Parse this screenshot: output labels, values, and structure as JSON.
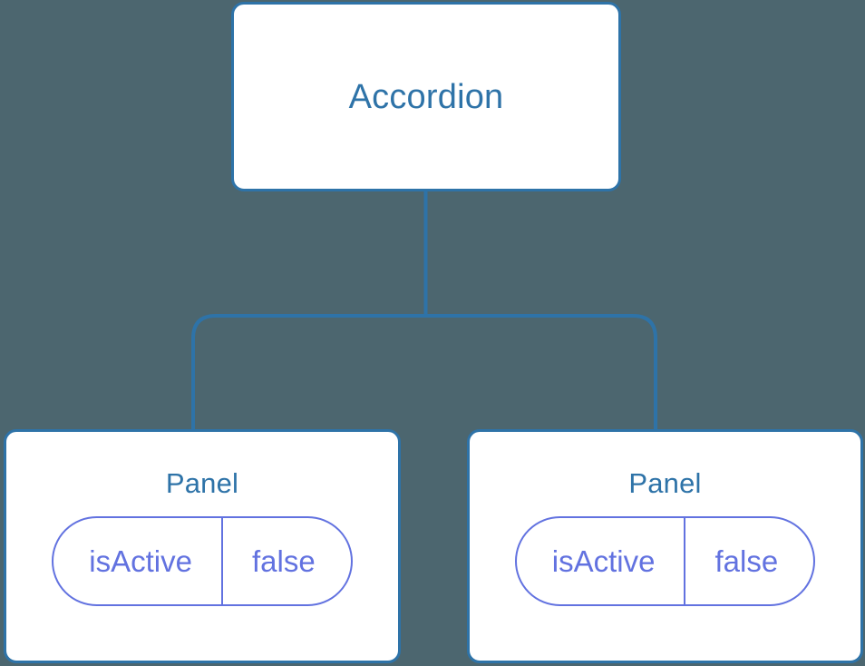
{
  "diagram": {
    "type": "component-tree",
    "background_color": "#4c666f",
    "node_border_color": "#2e73a8",
    "node_fill_color": "#ffffff",
    "edge_color": "#2e73a8",
    "prop_color": "#6272e0",
    "root": {
      "label": "Accordion"
    },
    "children": [
      {
        "label": "Panel",
        "props": [
          {
            "key": "isActive",
            "value": "false"
          }
        ]
      },
      {
        "label": "Panel",
        "props": [
          {
            "key": "isActive",
            "value": "false"
          }
        ]
      }
    ]
  }
}
